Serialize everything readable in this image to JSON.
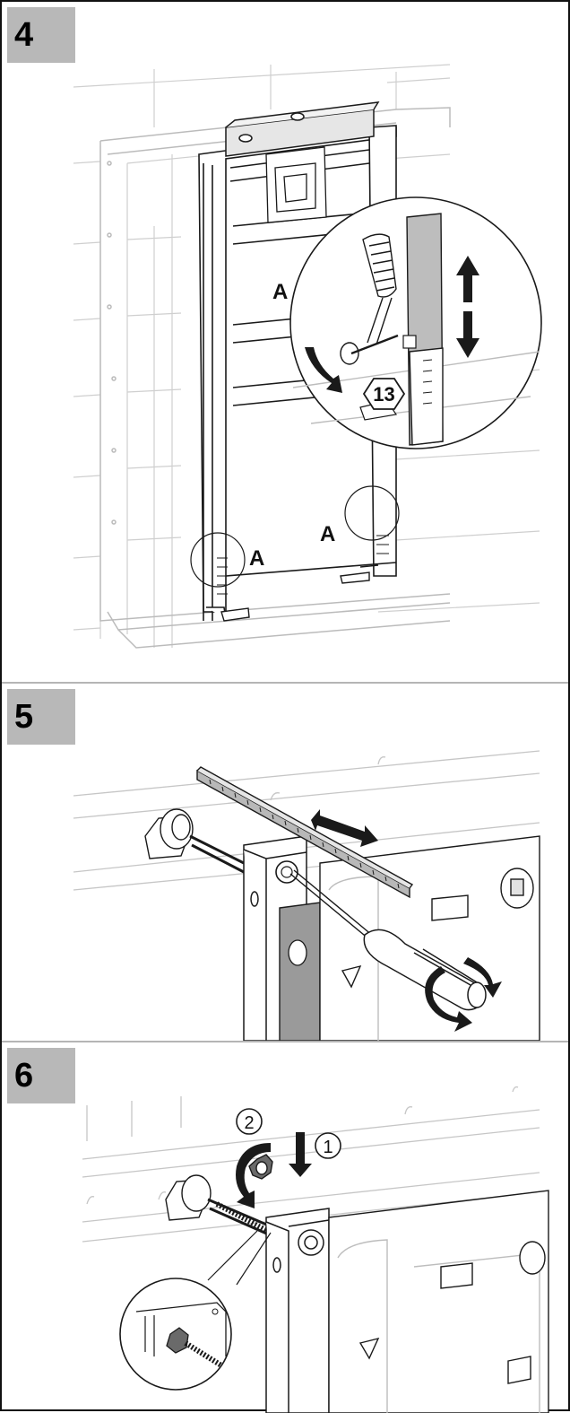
{
  "steps": [
    {
      "number": "4",
      "labels": {
        "a_upper": "A",
        "a_lower_left": "A",
        "a_lower_right": "A",
        "wrench_size": "13"
      }
    },
    {
      "number": "5"
    },
    {
      "number": "6",
      "labels": {
        "sequence_1": "1",
        "sequence_2": "2"
      }
    }
  ],
  "colors": {
    "line": "#1a1a1a",
    "light_line": "#c8c8c8",
    "badge": "#b8b8b8",
    "level_gray": "#9a9a9a"
  }
}
